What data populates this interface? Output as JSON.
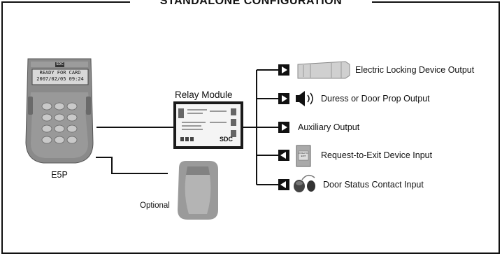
{
  "title": "STANDALONE CONFIGURATION",
  "keypad": {
    "name": "E5P",
    "brand": "SDC",
    "display_line1": "READY FOR CARD",
    "display_line2": "2007/02/05 09:24"
  },
  "relay_module": {
    "name": "Relay Module",
    "brand": "SDC"
  },
  "optional_device": {
    "label": "Optional"
  },
  "connections": [
    {
      "label": "Electric Locking Device Output",
      "direction": "output",
      "icon": "maglock-icon"
    },
    {
      "label": "Duress or Door Prop Output",
      "direction": "output",
      "icon": "speaker-icon"
    },
    {
      "label": "Auxiliary Output",
      "direction": "output",
      "icon": ""
    },
    {
      "label": "Request-to-Exit Device Input",
      "direction": "input",
      "icon": "push-to-exit-icon"
    },
    {
      "label": "Door Status Contact Input",
      "direction": "input",
      "icon": "door-contact-icon"
    }
  ],
  "exit_button_text": "PUSH TO EXIT",
  "colors": {
    "line": "#111111",
    "device_gray": "#8a8a8a",
    "display_bg": "#d8d8d8"
  }
}
